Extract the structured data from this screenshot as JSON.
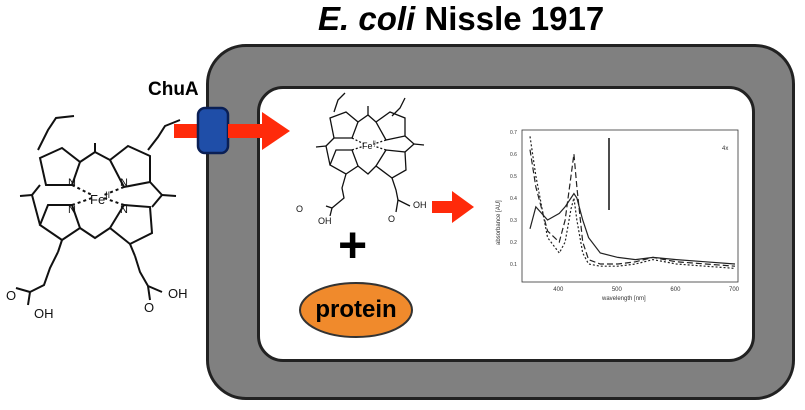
{
  "title": {
    "italic": "E. coli",
    "rest": " Nissle 1917"
  },
  "transporter": {
    "label": "ChuA",
    "color": "#1f4ea8"
  },
  "heme_left": {
    "metal_label": "Fe",
    "metal_superscript": "II",
    "acid_label_left": "O",
    "acid_label_left_oh": "OH",
    "acid_label_right": "O",
    "acid_label_right_oh": "OH"
  },
  "heme_inner": {
    "metal_label": "Fe",
    "metal_superscript": "II",
    "acid_label": "OH"
  },
  "plus": "+",
  "protein": {
    "label": "protein",
    "fill": "#f08a2c"
  },
  "arrow_color": "#ff2a0a",
  "spectrum": {
    "y_label": "absorbance [AU]",
    "x_label": "wavelength [nm]",
    "x_ticks": [
      "400",
      "500",
      "600",
      "700"
    ],
    "y_ticks": [
      "0.7",
      "0.6",
      "0.5",
      "0.4",
      "0.3",
      "0.2",
      "0.1"
    ],
    "inset_label": "4x"
  },
  "chart_data": {
    "type": "line",
    "xlabel": "wavelength [nm]",
    "ylabel": "absorbance [AU]",
    "xlim": [
      350,
      700
    ],
    "ylim": [
      0.05,
      0.7
    ],
    "series": [
      {
        "x": [
          350,
          360,
          380,
          400,
          410,
          420,
          425,
          430,
          440,
          450,
          470,
          500,
          530,
          560,
          600,
          650,
          700
        ],
        "values": [
          0.26,
          0.36,
          0.3,
          0.33,
          0.36,
          0.4,
          0.42,
          0.4,
          0.3,
          0.22,
          0.15,
          0.13,
          0.12,
          0.13,
          0.12,
          0.11,
          0.1
        ]
      },
      {
        "x": [
          350,
          360,
          380,
          400,
          410,
          420,
          425,
          430,
          440,
          450,
          470,
          500,
          530,
          560,
          600,
          650,
          700
        ],
        "values": [
          0.62,
          0.45,
          0.25,
          0.2,
          0.3,
          0.5,
          0.6,
          0.45,
          0.2,
          0.12,
          0.1,
          0.1,
          0.11,
          0.13,
          0.11,
          0.1,
          0.09
        ]
      },
      {
        "x": [
          350,
          360,
          380,
          400,
          410,
          420,
          425,
          430,
          440,
          450,
          470,
          500,
          530,
          560,
          600,
          650,
          700
        ],
        "values": [
          0.68,
          0.5,
          0.22,
          0.15,
          0.2,
          0.35,
          0.4,
          0.3,
          0.15,
          0.1,
          0.09,
          0.09,
          0.1,
          0.12,
          0.1,
          0.09,
          0.08
        ]
      }
    ]
  }
}
